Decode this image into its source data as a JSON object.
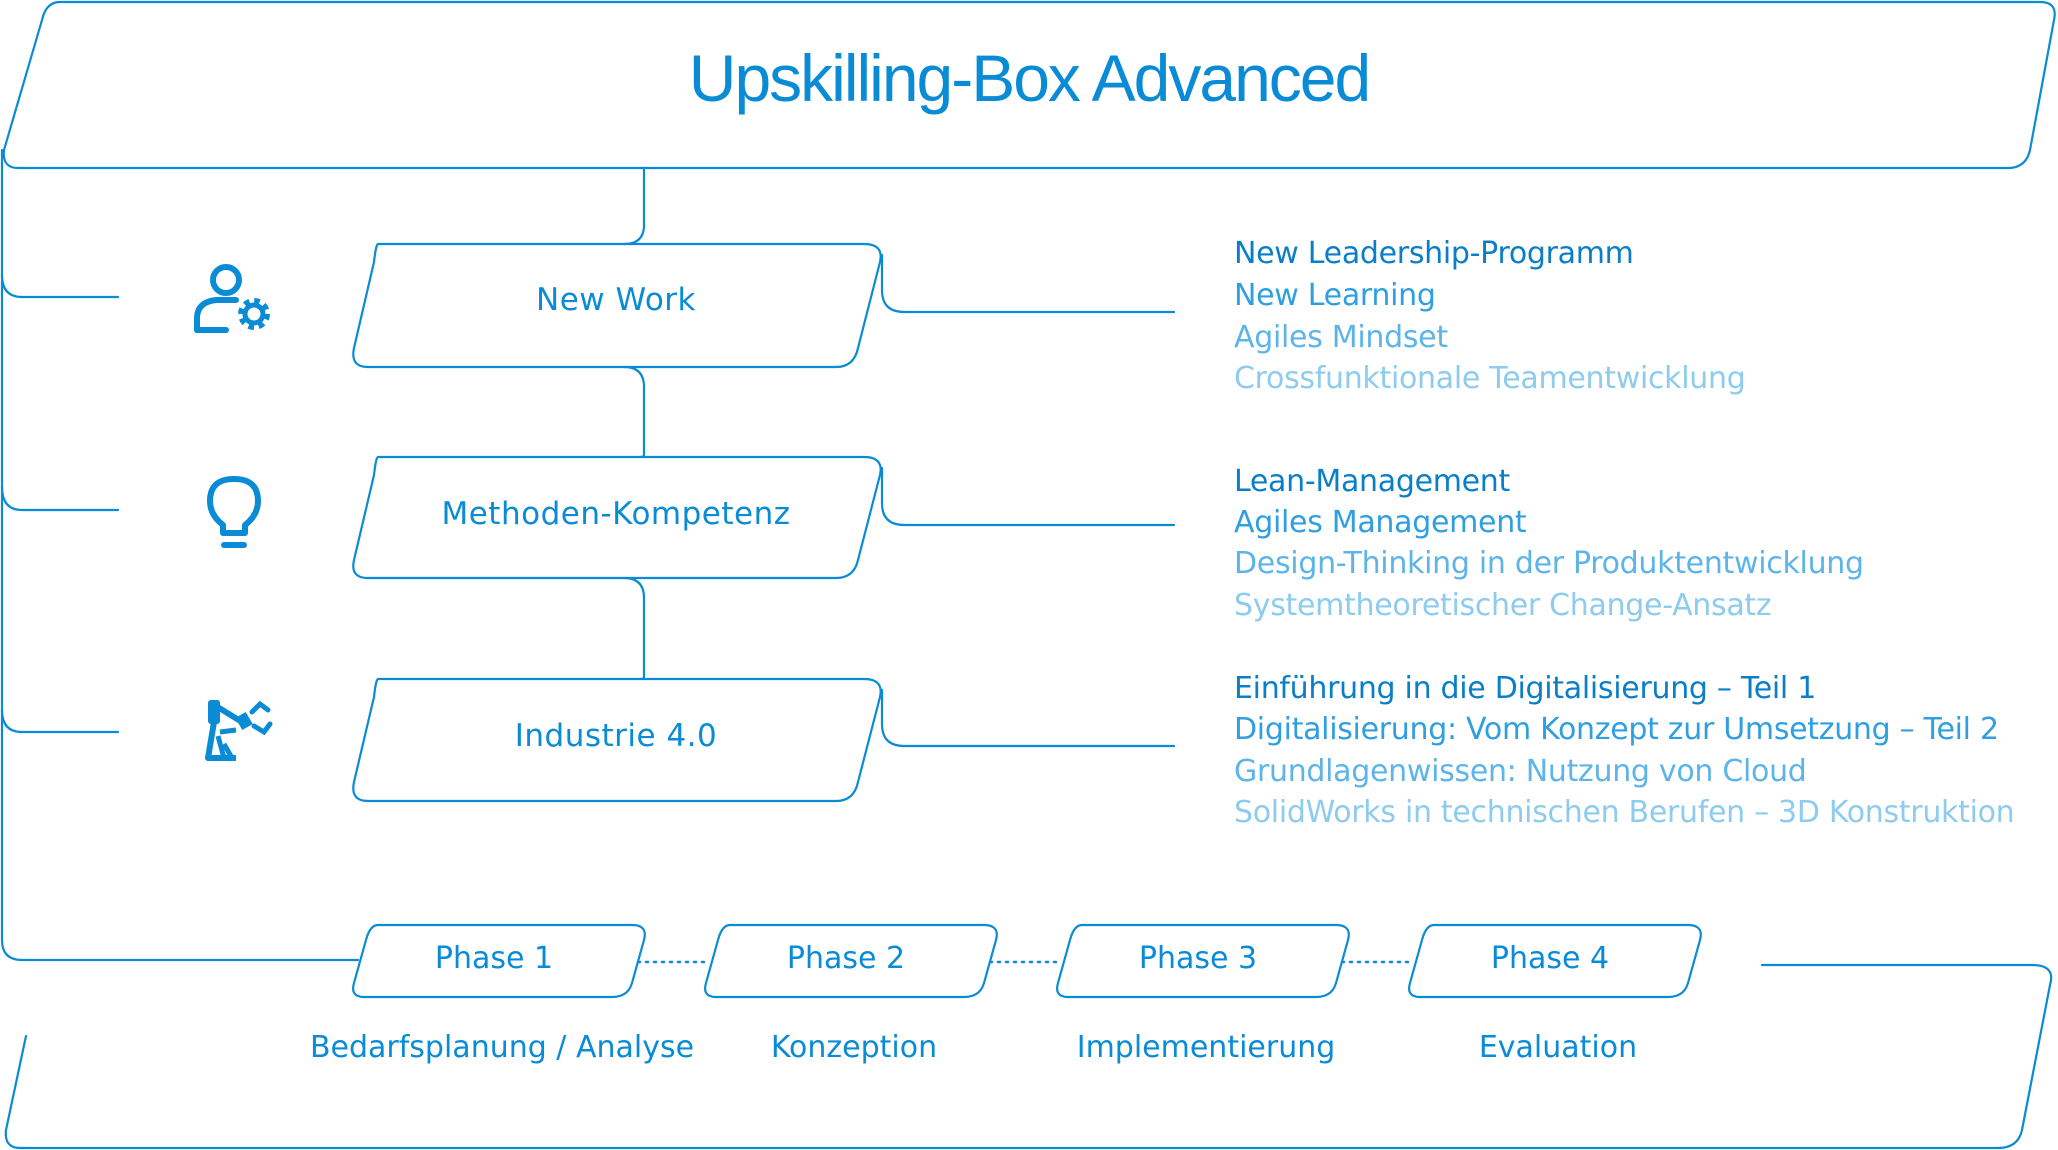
{
  "title": "Upskilling-Box Advanced",
  "colors": {
    "accent": "#0a8bd6",
    "shade1": "#2f9fe0",
    "shade2": "#5db4e8",
    "shade3": "#8dcbef"
  },
  "modules": [
    {
      "label": "New Work",
      "icon": "user-gear-icon",
      "courses": [
        "New Leadership-Programm",
        "New Learning",
        "Agiles Mindset",
        "Crossfunktionale Teamentwicklung"
      ]
    },
    {
      "label": "Methoden-Kompetenz",
      "icon": "lightbulb-icon",
      "courses": [
        "Lean-Management",
        "Agiles Management",
        "Design-Thinking in der Produktentwicklung",
        "Systemtheoretischer Change-Ansatz"
      ]
    },
    {
      "label": "Industrie 4.0",
      "icon": "robot-arm-icon",
      "courses": [
        "Einführung in die Digitalisierung – Teil 1",
        "Digitalisierung: Vom Konzept zur Umsetzung – Teil 2",
        "Grundlagenwissen: Nutzung von Cloud",
        "SolidWorks in technischen Berufen – 3D Konstruktion"
      ]
    }
  ],
  "phases": [
    {
      "label": "Phase 1",
      "description": "Bedarfsplanung / Analyse"
    },
    {
      "label": "Phase 2",
      "description": "Konzeption"
    },
    {
      "label": "Phase 3",
      "description": "Implementierung"
    },
    {
      "label": "Phase 4",
      "description": "Evaluation"
    }
  ]
}
